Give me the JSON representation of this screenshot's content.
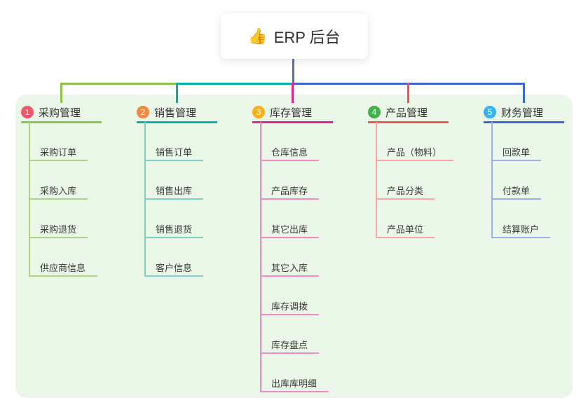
{
  "root": {
    "label": "ERP 后台",
    "icon": "👍"
  },
  "colors": {
    "panel_bg": "#eaf6e7",
    "root_line": "#5c6bc0",
    "text": "#333333"
  },
  "branches": [
    {
      "badge": "1",
      "label": "采购管理",
      "badge_color": "#f2566e",
      "line_color": "#8bc34a",
      "child_line_color": "#aed581",
      "children": [
        "采购订单",
        "采购入库",
        "采购退货",
        "供应商信息"
      ]
    },
    {
      "badge": "2",
      "label": "销售管理",
      "badge_color": "#f6883f",
      "line_color": "#00b3ab",
      "child_line_color": "#7fd0cb",
      "children": [
        "销售订单",
        "销售出库",
        "销售退货",
        "客户信息"
      ]
    },
    {
      "badge": "3",
      "label": "库存管理",
      "badge_color": "#fbae17",
      "line_color": "#df2090",
      "child_line_color": "#f08cc3",
      "children": [
        "仓库信息",
        "产品库存",
        "其它出库",
        "其它入库",
        "库存调拨",
        "库存盘点",
        "出库库明细"
      ]
    },
    {
      "badge": "4",
      "label": "产品管理",
      "badge_color": "#43b14b",
      "line_color": "#f05450",
      "child_line_color": "#f8a7a1",
      "children": [
        "产品（物料）",
        "产品分类",
        "产品单位"
      ]
    },
    {
      "badge": "5",
      "label": "财务管理",
      "badge_color": "#35b2ef",
      "line_color": "#3e64d1",
      "child_line_color": "#9fb0e4",
      "children": [
        "回款单",
        "付款单",
        "结算账户"
      ]
    }
  ]
}
